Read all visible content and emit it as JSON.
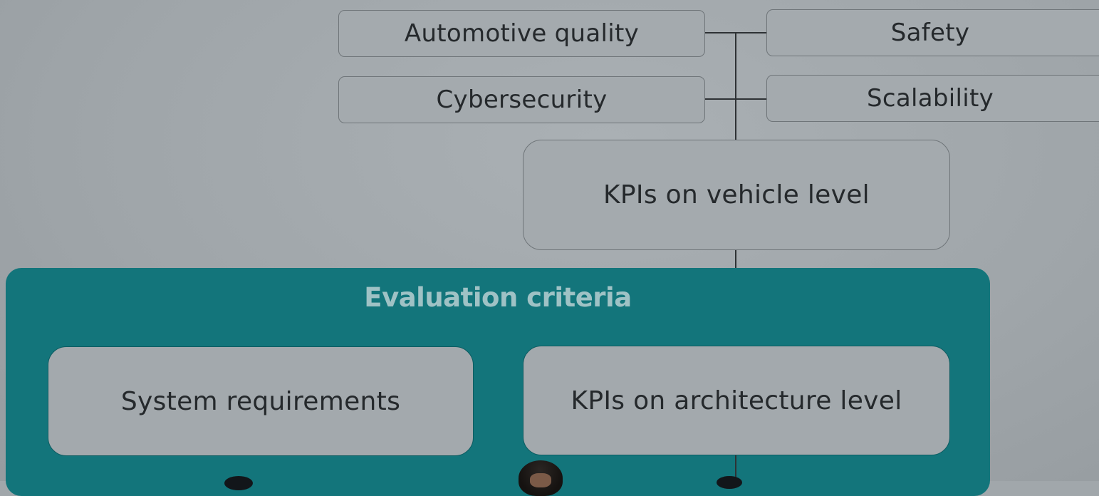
{
  "diagram": {
    "top_boxes": [
      {
        "id": "automotive-quality",
        "label": "Automotive quality"
      },
      {
        "id": "safety",
        "label": "Safety"
      },
      {
        "id": "cybersecurity",
        "label": "Cybersecurity"
      },
      {
        "id": "scalability",
        "label": "Scalability"
      }
    ],
    "vehicle_kpi": {
      "label": "KPIs on vehicle level"
    },
    "evaluation": {
      "title": "Evaluation criteria",
      "boxes": [
        {
          "id": "system-requirements",
          "label": "System requirements"
        },
        {
          "id": "architecture-kpi",
          "label": "KPIs on architecture level"
        }
      ]
    }
  },
  "colors": {
    "background": "#a1a7ab",
    "panel": "#13757b",
    "panel_title": "#9fc2c5",
    "text": "#25292c",
    "connector": "#2e3235"
  }
}
